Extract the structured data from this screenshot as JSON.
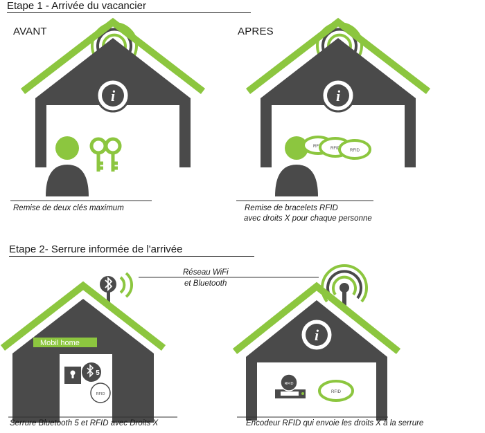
{
  "step1": {
    "title": "Etape 1 - Arrivée du vacancier",
    "before_label": "AVANT",
    "after_label": "APRES",
    "before_caption": "Remise de deux clés maximum",
    "after_caption_line1": "Remise de bracelets RFID",
    "after_caption_line2": "avec droits X pour chaque personne"
  },
  "step2": {
    "title": "Etape 2- Serrure informée de l'arrivée",
    "network_line1": "Réseau WiFi",
    "network_line2": "et Bluetooth",
    "mobil_home_label": "Mobil home",
    "lock_caption": "Serrure Bluetooth 5 et RFID avec Droits X",
    "encoder_caption": "Encodeur  RFID qui envoie les droits X à la serrure"
  },
  "badges": {
    "info": "i",
    "rfid": "RFID",
    "bt_version": "5"
  },
  "colors": {
    "green": "#8cc63f",
    "dark": "#4a4a4a",
    "white": "#ffffff"
  },
  "icons": [
    "antenna-icon",
    "info-icon",
    "person-icon",
    "key-icon",
    "rfid-bracelet-icon",
    "bluetooth-icon",
    "wifi-signal-icon",
    "keyhole-icon",
    "rfid-encoder-icon"
  ]
}
